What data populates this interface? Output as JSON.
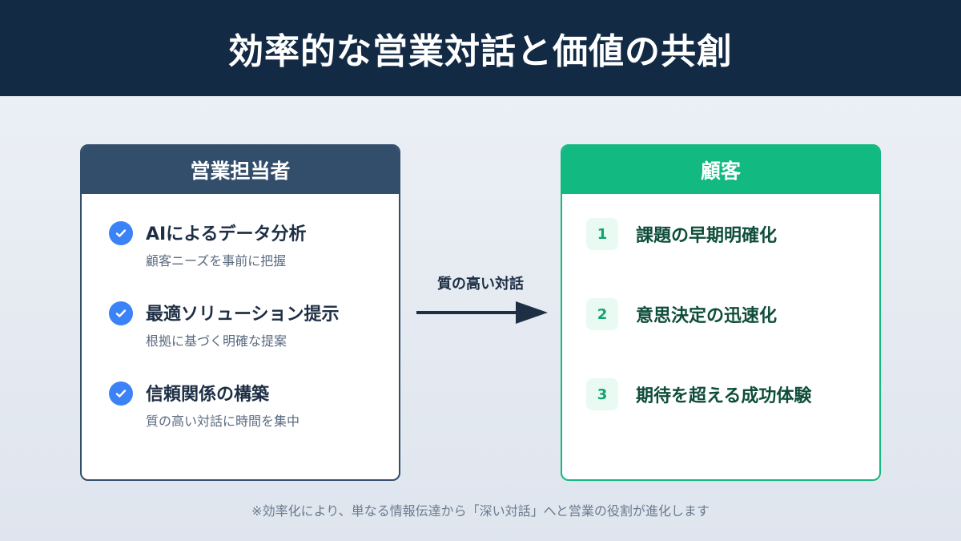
{
  "title": "効率的な営業対話と価値の共創",
  "sales": {
    "heading": "営業担当者",
    "items": [
      {
        "title": "AIによるデータ分析",
        "sub": "顧客ニーズを事前に把握"
      },
      {
        "title": "最適ソリューション提示",
        "sub": "根拠に基づく明確な提案"
      },
      {
        "title": "信頼関係の構築",
        "sub": "質の高い対話に時間を集中"
      }
    ]
  },
  "connector": {
    "label": "質の高い対話"
  },
  "customer": {
    "heading": "顧客",
    "items": [
      {
        "num": "1",
        "text": "課題の早期明確化"
      },
      {
        "num": "2",
        "text": "意思決定の迅速化"
      },
      {
        "num": "3",
        "text": "期待を超える成功体験"
      }
    ]
  },
  "footnote": "※効率化により、単なる情報伝達から「深い対話」へと営業の役割が進化します",
  "colors": {
    "header": "#132a45",
    "sales": "#334e6b",
    "customer": "#12b981",
    "check": "#3b82f6"
  }
}
